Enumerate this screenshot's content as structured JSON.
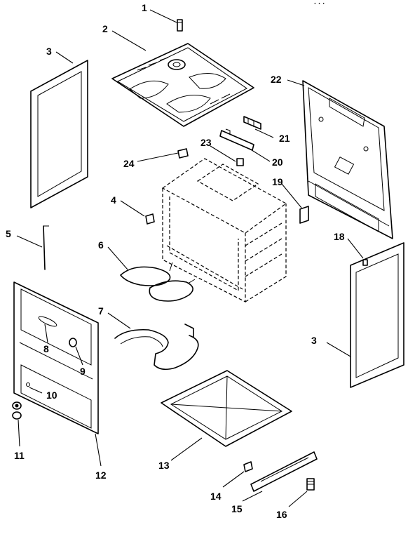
{
  "callouts": {
    "c1": "1",
    "c2": "2",
    "c3a": "3",
    "c3b": "3",
    "c4": "4",
    "c5": "5",
    "c6": "6",
    "c7": "7",
    "c8": "8",
    "c9": "9",
    "c10": "10",
    "c11": "11",
    "c12": "12",
    "c13": "13",
    "c14": "14",
    "c15": "15",
    "c16": "16",
    "c18": "18",
    "c19": "19",
    "c20": "20",
    "c21": "21",
    "c22": "22",
    "c23": "23",
    "c24": "24"
  },
  "header_fragment": "· · ·"
}
